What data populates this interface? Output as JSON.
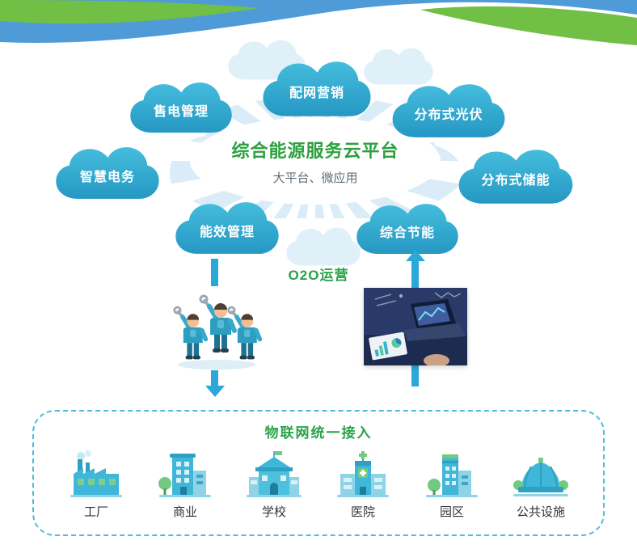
{
  "header": {
    "title": "综合能源服务云平台",
    "subtitle": "大平台、微应用"
  },
  "clouds": [
    {
      "label": "配网营销"
    },
    {
      "label": "售电管理"
    },
    {
      "label": "分布式光伏"
    },
    {
      "label": "智慧电务"
    },
    {
      "label": "分布式储能"
    },
    {
      "label": "能效管理"
    },
    {
      "label": "综合节能"
    }
  ],
  "flow": {
    "o2o_label": "O2O运营"
  },
  "iot": {
    "title": "物联网统一接入",
    "items": [
      {
        "label": "工厂",
        "icon": "factory-icon"
      },
      {
        "label": "商业",
        "icon": "commerce-icon"
      },
      {
        "label": "学校",
        "icon": "school-icon"
      },
      {
        "label": "医院",
        "icon": "hospital-icon"
      },
      {
        "label": "园区",
        "icon": "campus-icon"
      },
      {
        "label": "公共设施",
        "icon": "public-facility-icon"
      }
    ]
  },
  "colors": {
    "cloud_teal": "#35aed2",
    "title_green": "#2ca03e",
    "arrow_blue": "#2ba7da",
    "wave_green": "#71bf45",
    "wave_blue": "#4f9bd8",
    "dashed_border": "#4fbcdc"
  }
}
